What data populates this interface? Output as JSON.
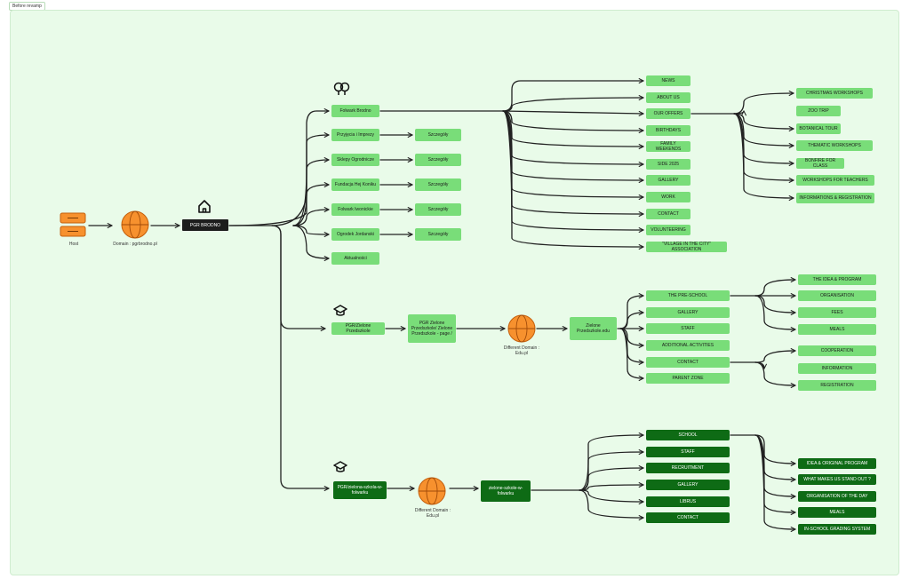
{
  "frame_label": "Before revamp",
  "host": {
    "label": "Host"
  },
  "domains": {
    "main": "Domain : pgrbrodno.pl",
    "edu1": "Different Domain : Edu.pl",
    "edu2": "Different Domain : Edu.pl"
  },
  "root": "PGR BRODNO",
  "folwark": {
    "items": [
      "Folwark Brodno",
      "Przyjęcia i Imprezy",
      "Sklepy Ogrodnicze",
      "Fundacja Hej Koniku",
      "Folwark Iwonickie",
      "Ogrodek Jordanski",
      "Aktualności"
    ],
    "szczegoly": [
      "Szczegóły",
      "Szczegóły",
      "Szczegóły",
      "Szczegóły",
      "Szczegóły"
    ],
    "menu": [
      "NEWS",
      "ABOUT US",
      "OUR OFFERS",
      "BIRTHDAYS",
      "FAMILY WEEKENDS",
      "SIDE 2025",
      "GALLERY",
      "WORK",
      "CONTACT",
      "VOLUNTEERING",
      "\"VILLAGE IN THE CITY\" ASSOCIATION"
    ],
    "offers": [
      "CHRISTMAS WORKSHOPS",
      "ZOO TRIP",
      "BOTANICAL TOUR",
      "THEMATIC WORKSHOPS",
      "BONFIRE FOR CLASS",
      "WORKSHOPS FOR TEACHERS",
      "INFORMATIONS & REGISTRATION"
    ]
  },
  "preschool": {
    "node": "PGR/Zielone Przedszkole",
    "page": "PGR Zielone Przedszkole/ Zielone Przedszkole - page /",
    "site": "Zielone Przedszkole.edu",
    "menu": [
      "THE PRE-SCHOOL",
      "GALLERY",
      "STAFF",
      "ADDITIONAL ACTIVITIES",
      "CONTACT",
      "PARENT ZONE"
    ],
    "sub_preschool": [
      "THE IDEA &  PROGRAM",
      "ORGANISATION",
      "FEES",
      "MEALS"
    ],
    "sub_contact": [
      "COOPERATION",
      "INFORMATION",
      "REGISTRATION"
    ]
  },
  "school": {
    "node": "PGR/zielona-szkola-w-folwarku",
    "site": "zielone-szkole-w-folwarku",
    "menu": [
      "SCHOOL",
      "STAFF",
      "RECRUITMENT",
      "GALLERY",
      "LIBRUS",
      "CONTACT"
    ],
    "sub_school": [
      "IDEA & ORIGINAL PROGRAM",
      "WHAT MAKES US STAND OUT ?",
      "ORGANISATION OF THE DAY",
      "MEALS",
      "IN-SCHOOL GRADING SYSTEM"
    ]
  },
  "colors": {
    "light_node": "#79dd79",
    "dark_node": "#0e6b15",
    "root_node": "#1d1d1d",
    "globe": "#f7912e",
    "host": "#f7912e",
    "canvas": "#e9fbe9"
  }
}
